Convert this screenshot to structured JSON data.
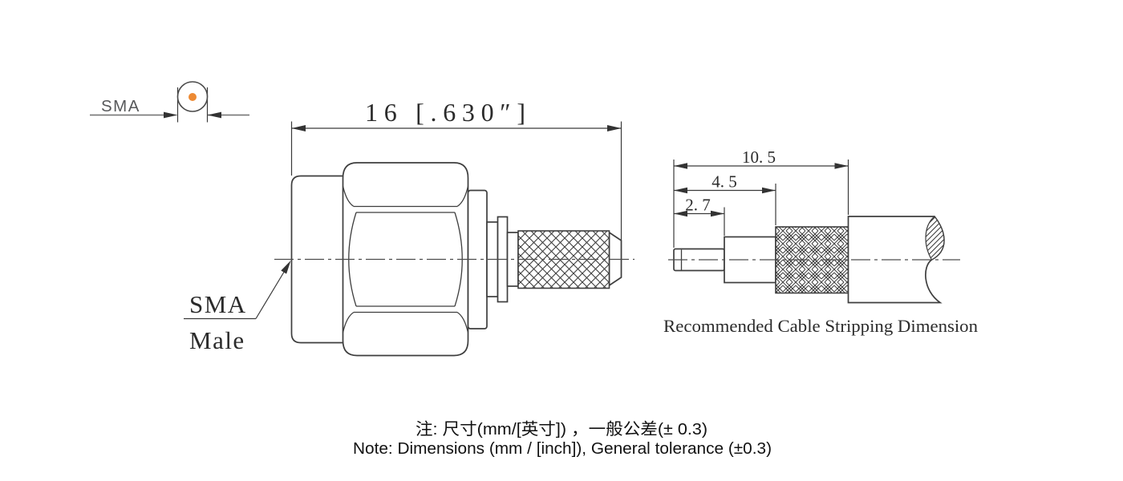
{
  "front_view": {
    "label": "SMA"
  },
  "main_view": {
    "dimension": "16 [.630″]",
    "part_label": {
      "line1": "SMA",
      "line2": "Male"
    }
  },
  "stripping_view": {
    "dim_overall": "10. 5",
    "dim_braid": "4. 5",
    "dim_pin": "2. 7",
    "caption": "Recommended Cable Stripping Dimension"
  },
  "notes": {
    "zh": "注: 尺寸(mm/[英寸]) ，一般公差(± 0.3)",
    "en": "Note: Dimensions (mm / [inch]), General tolerance (±0.3)"
  },
  "colors": {
    "line": "#3e3e3e",
    "dim_line": "#3a3a3a",
    "center_line": "#4d4d4d",
    "pin_dot": "#ed8a33",
    "gray_label": "#58595b"
  }
}
